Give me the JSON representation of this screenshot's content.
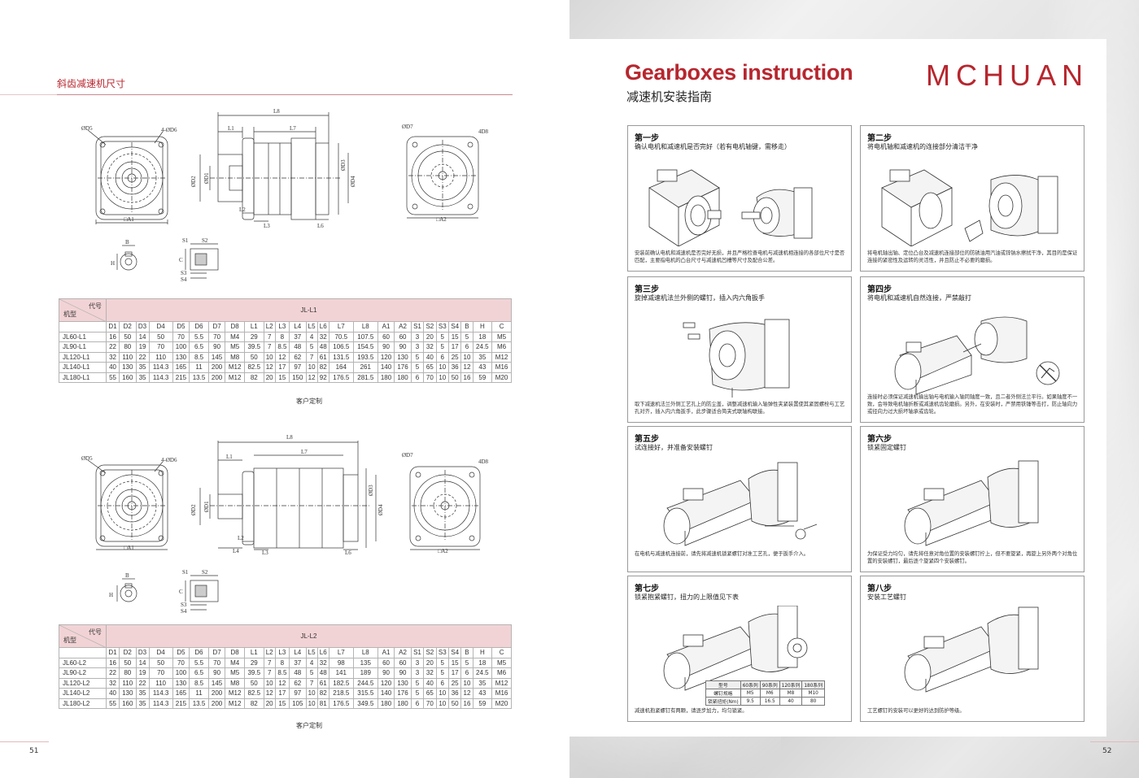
{
  "left_page": {
    "section_title": "斜齿减速机尺寸",
    "page_number": "51",
    "table_header": {
      "code_label": "代号",
      "type_label": "机型"
    },
    "columns": [
      "D1",
      "D2",
      "D3",
      "D4",
      "D5",
      "D6",
      "D7",
      "D8",
      "L1",
      "L2",
      "L3",
      "L4",
      "L5",
      "L6",
      "L7",
      "L8",
      "A1",
      "A2",
      "S1",
      "S2",
      "S3",
      "S4",
      "B",
      "H",
      "C"
    ],
    "drawing_labels": {
      "d5": "ØD5",
      "d6": "4-ØD6",
      "d7": "ØD7",
      "d8": "4D8",
      "a1": "□A1",
      "a2": "□A2",
      "l1": "L1",
      "l2": "L2",
      "l3": "L3",
      "l4": "L4",
      "l6": "L6",
      "l7": "L7",
      "l8": "L8",
      "b": "B",
      "h": "H",
      "c": "C",
      "s1": "S1",
      "s2": "S2",
      "s3": "S3",
      "s4": "S4",
      "d1": "ØD1",
      "d2": "ØD2",
      "d3": "ØD3",
      "d4": "ØD4"
    },
    "tables": [
      {
        "series": "JL-L1",
        "note": "客户定制",
        "rows": [
          [
            "JL60-L1",
            "16",
            "50",
            "14",
            "50",
            "70",
            "5.5",
            "70",
            "M4",
            "29",
            "7",
            "8",
            "37",
            "4",
            "32",
            "70.5",
            "107.5",
            "60",
            "60",
            "3",
            "20",
            "5",
            "15",
            "5",
            "18",
            "M5"
          ],
          [
            "JL90-L1",
            "22",
            "80",
            "19",
            "70",
            "100",
            "6.5",
            "90",
            "M5",
            "39.5",
            "7",
            "8.5",
            "48",
            "5",
            "48",
            "106.5",
            "154.5",
            "90",
            "90",
            "3",
            "32",
            "5",
            "17",
            "6",
            "24.5",
            "M6"
          ],
          [
            "JL120-L1",
            "32",
            "110",
            "22",
            "110",
            "130",
            "8.5",
            "145",
            "M8",
            "50",
            "10",
            "12",
            "62",
            "7",
            "61",
            "131.5",
            "193.5",
            "120",
            "130",
            "5",
            "40",
            "6",
            "25",
            "10",
            "35",
            "M12"
          ],
          [
            "JL140-L1",
            "40",
            "130",
            "35",
            "114.3",
            "165",
            "11",
            "200",
            "M12",
            "82.5",
            "12",
            "17",
            "97",
            "10",
            "82",
            "164",
            "261",
            "140",
            "176",
            "5",
            "65",
            "10",
            "36",
            "12",
            "43",
            "M16"
          ],
          [
            "JL180-L1",
            "55",
            "160",
            "35",
            "114.3",
            "215",
            "13.5",
            "200",
            "M12",
            "82",
            "20",
            "15",
            "150",
            "12",
            "92",
            "176.5",
            "281.5",
            "180",
            "180",
            "6",
            "70",
            "10",
            "50",
            "16",
            "59",
            "M20"
          ]
        ]
      },
      {
        "series": "JL-L2",
        "note": "客户定制",
        "rows": [
          [
            "JL60-L2",
            "16",
            "50",
            "14",
            "50",
            "70",
            "5.5",
            "70",
            "M4",
            "29",
            "7",
            "8",
            "37",
            "4",
            "32",
            "98",
            "135",
            "60",
            "60",
            "3",
            "20",
            "5",
            "15",
            "5",
            "18",
            "M5"
          ],
          [
            "JL90-L2",
            "22",
            "80",
            "19",
            "70",
            "100",
            "6.5",
            "90",
            "M5",
            "39.5",
            "7",
            "8.5",
            "48",
            "5",
            "48",
            "141",
            "189",
            "90",
            "90",
            "3",
            "32",
            "5",
            "17",
            "6",
            "24.5",
            "M6"
          ],
          [
            "JL120-L2",
            "32",
            "110",
            "22",
            "110",
            "130",
            "8.5",
            "145",
            "M8",
            "50",
            "10",
            "12",
            "62",
            "7",
            "61",
            "182.5",
            "244.5",
            "120",
            "130",
            "5",
            "40",
            "6",
            "25",
            "10",
            "35",
            "M12"
          ],
          [
            "JL140-L2",
            "40",
            "130",
            "35",
            "114.3",
            "165",
            "11",
            "200",
            "M12",
            "82.5",
            "12",
            "17",
            "97",
            "10",
            "82",
            "218.5",
            "315.5",
            "140",
            "176",
            "5",
            "65",
            "10",
            "36",
            "12",
            "43",
            "M16"
          ],
          [
            "JL180-L2",
            "55",
            "160",
            "35",
            "114.3",
            "215",
            "13.5",
            "200",
            "M12",
            "82",
            "20",
            "15",
            "105",
            "10",
            "81",
            "176.5",
            "349.5",
            "180",
            "180",
            "6",
            "70",
            "10",
            "50",
            "16",
            "59",
            "M20"
          ]
        ]
      }
    ]
  },
  "right_page": {
    "title": "Gearboxes instruction",
    "subtitle": "减速机安装指南",
    "logo": "MCHUAN",
    "page_number": "52",
    "steps": [
      {
        "no": "第一步",
        "desc": "确认电机和减速机是否完好（若有电机轴键，需移走）",
        "note": "安装前确认电机和减速机是否完好无损，并且严格检查电机与减速机相连接的各部位尺寸是否匹配，主要指电机的凸台尺寸与减速机凹槽等尺寸及配合公差。"
      },
      {
        "no": "第二步",
        "desc": "将电机轴和减速机的连接部分清洁干净",
        "note": "将电机轴出轴、定位凸台及减速机连接部位的防锈油用汽油或锌钠水擦拭干净，其目的是保证连接的紧密性及运转的灵活性，并且防止不必要的磨损。"
      },
      {
        "no": "第三步",
        "desc": "旋掉减速机法兰外侧的螺钉，插入内六角扳手",
        "note": "取下减速机法兰外侧工艺孔上的防尘盖，调整减速机输入轴弹性夹紧装置使其紧固螺栓与工艺孔对齐，插入内六角扳手，此步骤适合简夹式联轴构联接。"
      },
      {
        "no": "第四步",
        "desc": "将电机和减速机自然连接，严禁敲打",
        "note": "连接时必须保证减速机输出轴与电机输入轴同轴度一致，且二者外侧法兰平行。如果轴度不一致，会导致电机轴折断或减速机齿轮磨损。另外，在安装时，严禁用铁锤等击打，防止轴向力或径向力过大损坏轴承或齿轮。"
      },
      {
        "no": "第五步",
        "desc": "试连接好，并准备安装螺钉",
        "note": "在电机与减速机连接前，请先将减速机锁紧螺钉对准工艺孔，便于扳手介入。"
      },
      {
        "no": "第六步",
        "desc": "锁紧固定螺钉",
        "note": "为保证受力均匀，请先将任意对角位置的安装螺钉拧上，但不要旋紧，再旋上另外两个对角位置的安装螺钉，最后逐个旋紧四个安装螺钉。"
      },
      {
        "no": "第七步",
        "desc": "锁紧抱紧螺钉，扭力的上限值见下表",
        "note": "减速机抱紧螺钉有两颗，请逐步加力，均匀锁紧。"
      },
      {
        "no": "第八步",
        "desc": "安装工艺螺钉",
        "note": "工艺螺钉的安装可以更好的达到防护等级。"
      }
    ],
    "torque_table": {
      "header": [
        "型号",
        "60系列",
        "90系列",
        "120系列",
        "180系列"
      ],
      "bolt_row": [
        "螺钉规格",
        "M5",
        "M6",
        "M8",
        "M10"
      ],
      "torque_row": [
        "锁紧扭矩(Nm)",
        "9.5",
        "16.5",
        "40",
        "80"
      ]
    },
    "colors": {
      "accent": "#b7262e",
      "table_header_bg": "#f2d3d5"
    }
  }
}
